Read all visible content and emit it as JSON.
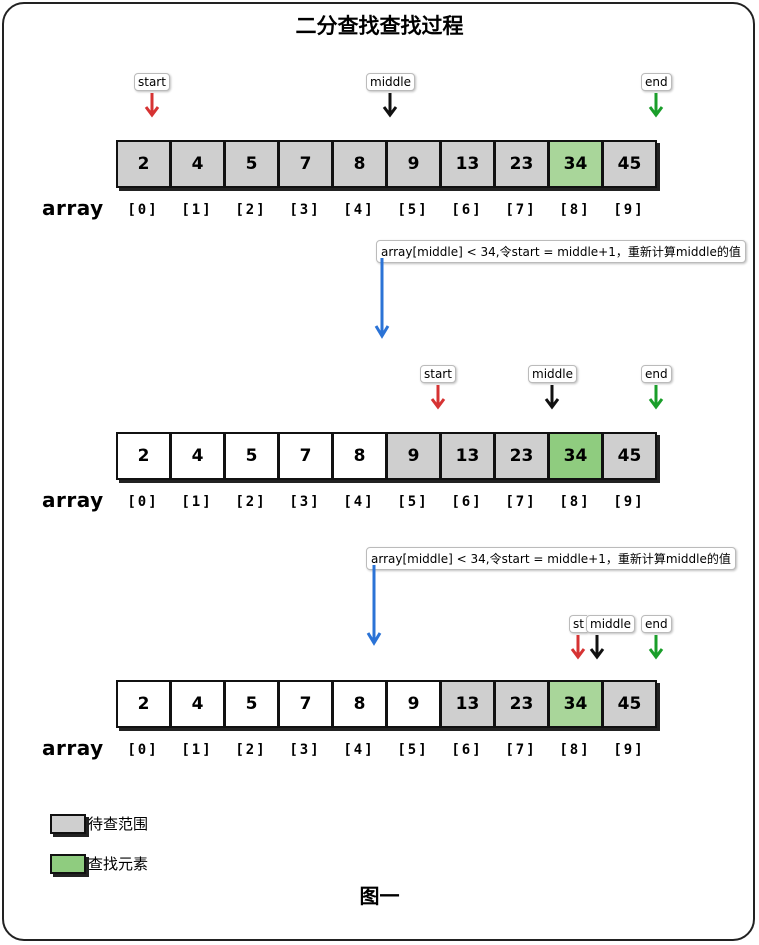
{
  "title": "二分查找查找过程",
  "caption": "图一",
  "array_label": "array",
  "values": [
    "2",
    "4",
    "5",
    "7",
    "8",
    "9",
    "13",
    "23",
    "34",
    "45"
  ],
  "indices": [
    "[0]",
    "[1]",
    "[2]",
    "[3]",
    "[4]",
    "[5]",
    "[6]",
    "[7]",
    "[8]",
    "[9]"
  ],
  "colors": {
    "pending": "#cfcfcf",
    "target": "#a9d69a",
    "start": "#d63333",
    "middle": "#111111",
    "end": "#1a9e2a",
    "flow": "#2b73d6"
  },
  "legend": [
    {
      "label": "待查范围",
      "color": "#cfcfcf"
    },
    {
      "label": "查找元素",
      "color": "#8fcc7f"
    }
  ],
  "steps": [
    {
      "pointers": {
        "start": "start",
        "middle": "middle",
        "end": "end"
      },
      "note": ""
    },
    {
      "pointers": {
        "start": "start",
        "middle": "middle",
        "end": "end"
      },
      "note": "array[middle] < 34,令start  = middle+1，重新计算middle的值"
    },
    {
      "pointers": {
        "start": "st",
        "middle": "middle",
        "end": "end"
      },
      "note": "array[middle] < 34,令start  = middle+1，重新计算middle的值"
    }
  ]
}
